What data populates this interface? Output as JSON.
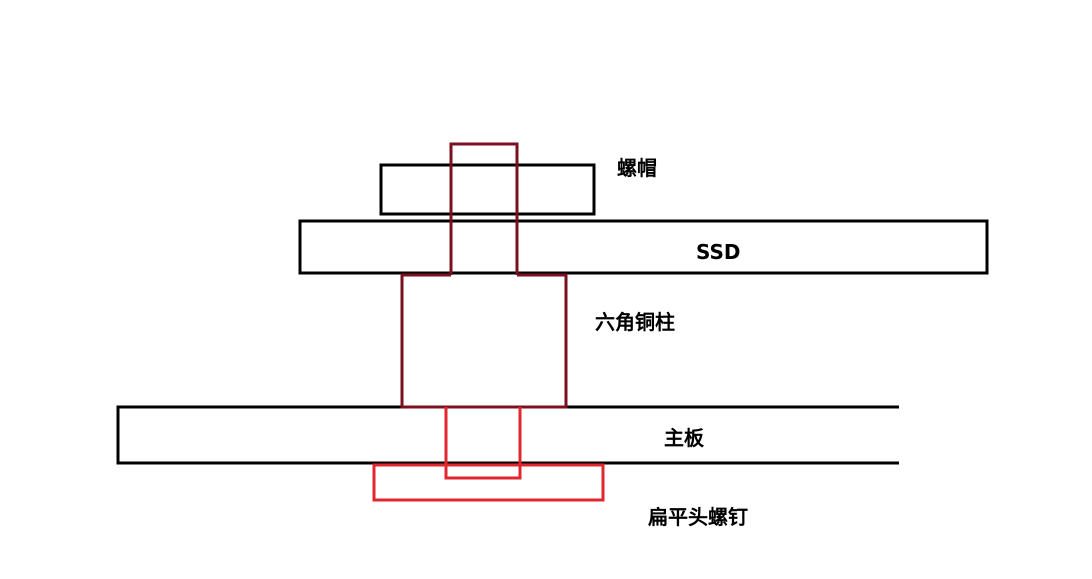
{
  "labels": {
    "nut": "螺帽",
    "ssd": "SSD",
    "standoff": "六角铜柱",
    "motherboard": "主板",
    "flat_head_screw": "扁平头螺钉"
  },
  "colors": {
    "board_outline": "#000000",
    "standoff_outline": "#7a1020",
    "screw_outline": "#e0262e",
    "background": "#ffffff"
  }
}
